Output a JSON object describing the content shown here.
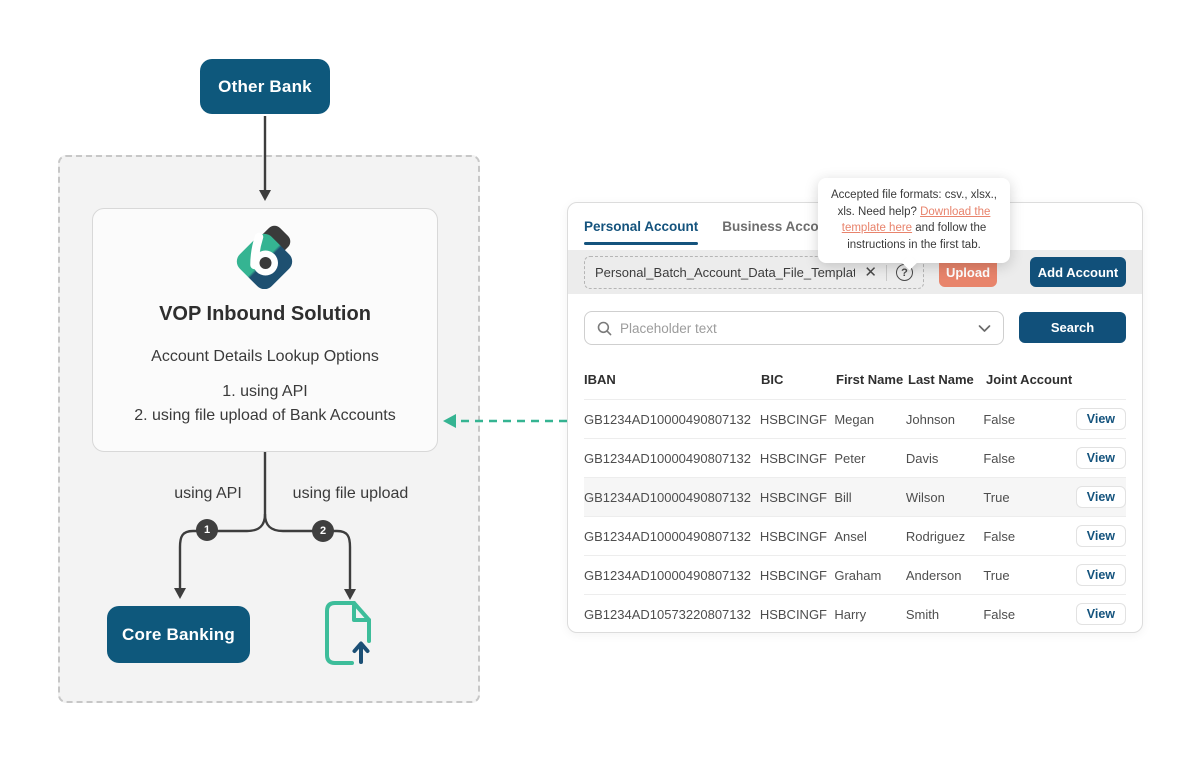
{
  "diagram": {
    "other_bank_label": "Other Bank",
    "title": "VOP Inbound Solution",
    "subtitle": "Account Details Lookup Options",
    "option1": "1. using API",
    "option2": "2. using file upload of Bank Accounts",
    "branch1_number": "1",
    "branch2_number": "2",
    "branch1_label": "using API",
    "branch2_label": "using file upload",
    "core_banking_label": "Core Banking"
  },
  "panel": {
    "tabs": [
      {
        "label": "Personal Account",
        "active": true
      },
      {
        "label": "Business Account",
        "active": false
      }
    ],
    "tooltip": {
      "text_before": "Accepted file formats: csv., xlsx., xls. Need help? ",
      "link_text": "Download the template here",
      "text_after": " and follow the instructions in the first tab."
    },
    "upload": {
      "filename": "Personal_Batch_Account_Data_File_Template.csv",
      "upload_label": "Upload",
      "add_account_label": "Add Account"
    },
    "search": {
      "placeholder": "Placeholder text",
      "button_label": "Search"
    },
    "table": {
      "headers": [
        "IBAN",
        "BIC",
        "First Name",
        "Last Name",
        "Joint Account"
      ],
      "rows": [
        {
          "iban": "GB1234AD10000490807132",
          "bic": "HSBCINGF",
          "first": "Megan",
          "last": "Johnson",
          "joint": "False",
          "action": "View"
        },
        {
          "iban": "GB1234AD10000490807132",
          "bic": "HSBCINGF",
          "first": "Peter",
          "last": "Davis",
          "joint": "False",
          "action": "View"
        },
        {
          "iban": "GB1234AD10000490807132",
          "bic": "HSBCINGF",
          "first": "Bill",
          "last": "Wilson",
          "joint": "True",
          "action": "View"
        },
        {
          "iban": "GB1234AD10000490807132",
          "bic": "HSBCINGF",
          "first": "Ansel",
          "last": "Rodriguez",
          "joint": "False",
          "action": "View"
        },
        {
          "iban": "GB1234AD10000490807132",
          "bic": "HSBCINGF",
          "first": "Graham",
          "last": "Anderson",
          "joint": "True",
          "action": "View"
        },
        {
          "iban": "GB1234AD10573220807132",
          "bic": "HSBCINGF",
          "first": "Harry",
          "last": "Smith",
          "joint": "False",
          "action": "View"
        }
      ]
    }
  },
  "colors": {
    "brand_navy": "#0e587c",
    "button_navy": "#11507a",
    "active_tab_blue": "#14537d",
    "salmon_accent": "#e8846b",
    "teal_accent": "#35b492",
    "charcoal": "#3a3a3a"
  }
}
